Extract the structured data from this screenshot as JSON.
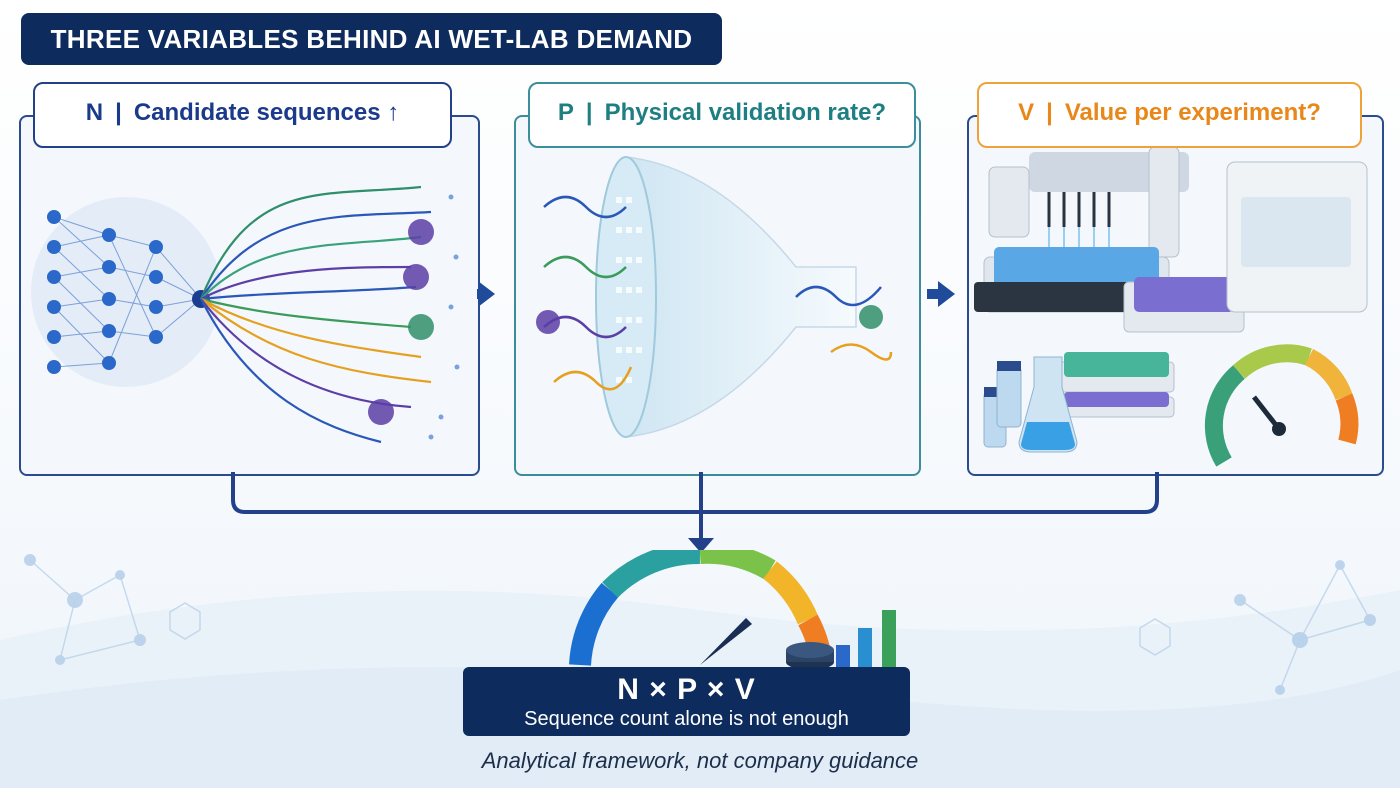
{
  "title": "THREE VARIABLES BEHIND AI WET-LAB DEMAND",
  "panels": {
    "n": {
      "letter": "N",
      "separator": "|",
      "text": "Candidate sequences",
      "arrow": "↑"
    },
    "p": {
      "letter": "P",
      "separator": "|",
      "text": "Physical validation rate?"
    },
    "v": {
      "letter": "V",
      "separator": "|",
      "text": "Value per experiment?"
    }
  },
  "result": {
    "formula": "N × P × V",
    "subtitle": "Sequence count alone is not enough"
  },
  "footnote": "Analytical framework, not company guidance",
  "colors": {
    "navy": "#0d2b5c",
    "blue": "#1b3a8c",
    "teal": "#1e7f83",
    "orange": "#e8871a",
    "green": "#3a9b5a",
    "purple": "#5b3ea6",
    "gold": "#e6a020"
  },
  "icons": [
    "neural-network-icon",
    "dna-helix-icon",
    "protein-icon",
    "funnel-icon",
    "lab-robot-icon",
    "well-plate-icon",
    "flask-icon",
    "vial-icon",
    "gauge-icon",
    "bar-chart-icon",
    "coin-stack-icon"
  ]
}
